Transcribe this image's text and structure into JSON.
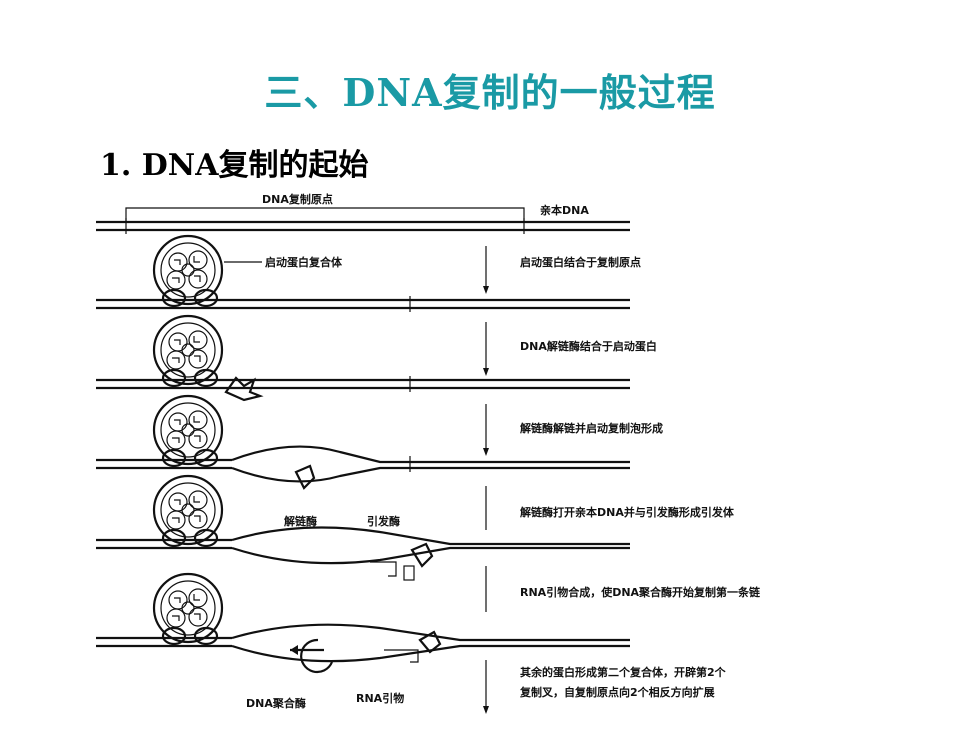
{
  "title": "三、DNA复制的一般过程",
  "subtitle": "1. DNA复制的起始",
  "diagram": {
    "origin_label": "DNA复制原点",
    "parent_dna_label": "亲本DNA",
    "initiator_complex_label": "启动蛋白复合体",
    "helicase_label": "解链酶",
    "primase_label": "引发酶",
    "polymerase_label": "DNA聚合酶",
    "rna_primer_label": "RNA引物",
    "steps": [
      "启动蛋白结合于复制原点",
      "DNA解链酶结合于启动蛋白",
      "解链酶解链并启动复制泡形成",
      "解链酶打开亲本DNA并与引发酶形成引发体",
      "RNA引物合成，使DNA聚合酶开始复制第一条链",
      "其余的蛋白形成第二个复合体，开辟第2个",
      "复制叉，自复制原点向2个相反方向扩展"
    ]
  }
}
